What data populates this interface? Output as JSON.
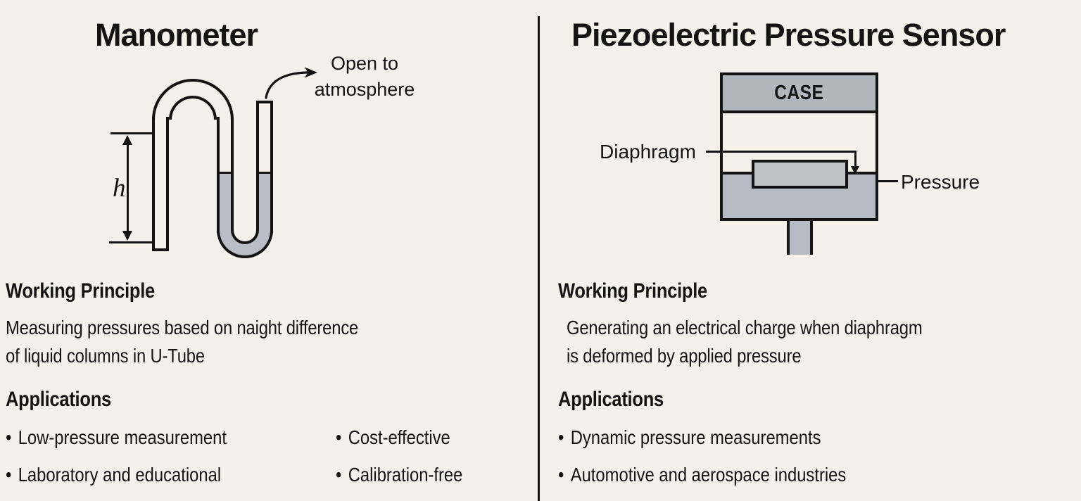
{
  "colors": {
    "background": "#f4f1ea",
    "ink": "#141414",
    "liquid_gray": "#b9bdc5",
    "case_gray": "#b2b6bd",
    "block_gray": "#b6bac2",
    "element_gray": "#bec2c9"
  },
  "left": {
    "title": "Manometer",
    "diagram": {
      "h_label": "h",
      "open_to_line1": "Open to",
      "open_to_line2": "atmosphere"
    },
    "working_principle": {
      "heading": "Working Principle",
      "line1": "Measuring pressures based on naight difference",
      "line2": "of liquid columns in U-Tube"
    },
    "applications": {
      "heading": "Applications",
      "bullet_dot": "•",
      "items": [
        "Low-pressure measurement",
        "Cost-effective",
        "Laboratory and educational",
        "Calibration-free"
      ]
    }
  },
  "right": {
    "title": "Piezoelectric Pressure Sensor",
    "diagram": {
      "case_label": "CASE",
      "diaphragm_label": "Diaphragm",
      "pressure_label": "Pressure"
    },
    "working_principle": {
      "heading": "Working Principle",
      "line1": "Generating an electrical charge when diaphragm",
      "line2": "is deformed by applied pressure"
    },
    "applications": {
      "heading": "Applications",
      "bullet_dot": "•",
      "items": [
        "Dynamic pressure measurements",
        "Automotive and aerospace industries"
      ]
    }
  }
}
